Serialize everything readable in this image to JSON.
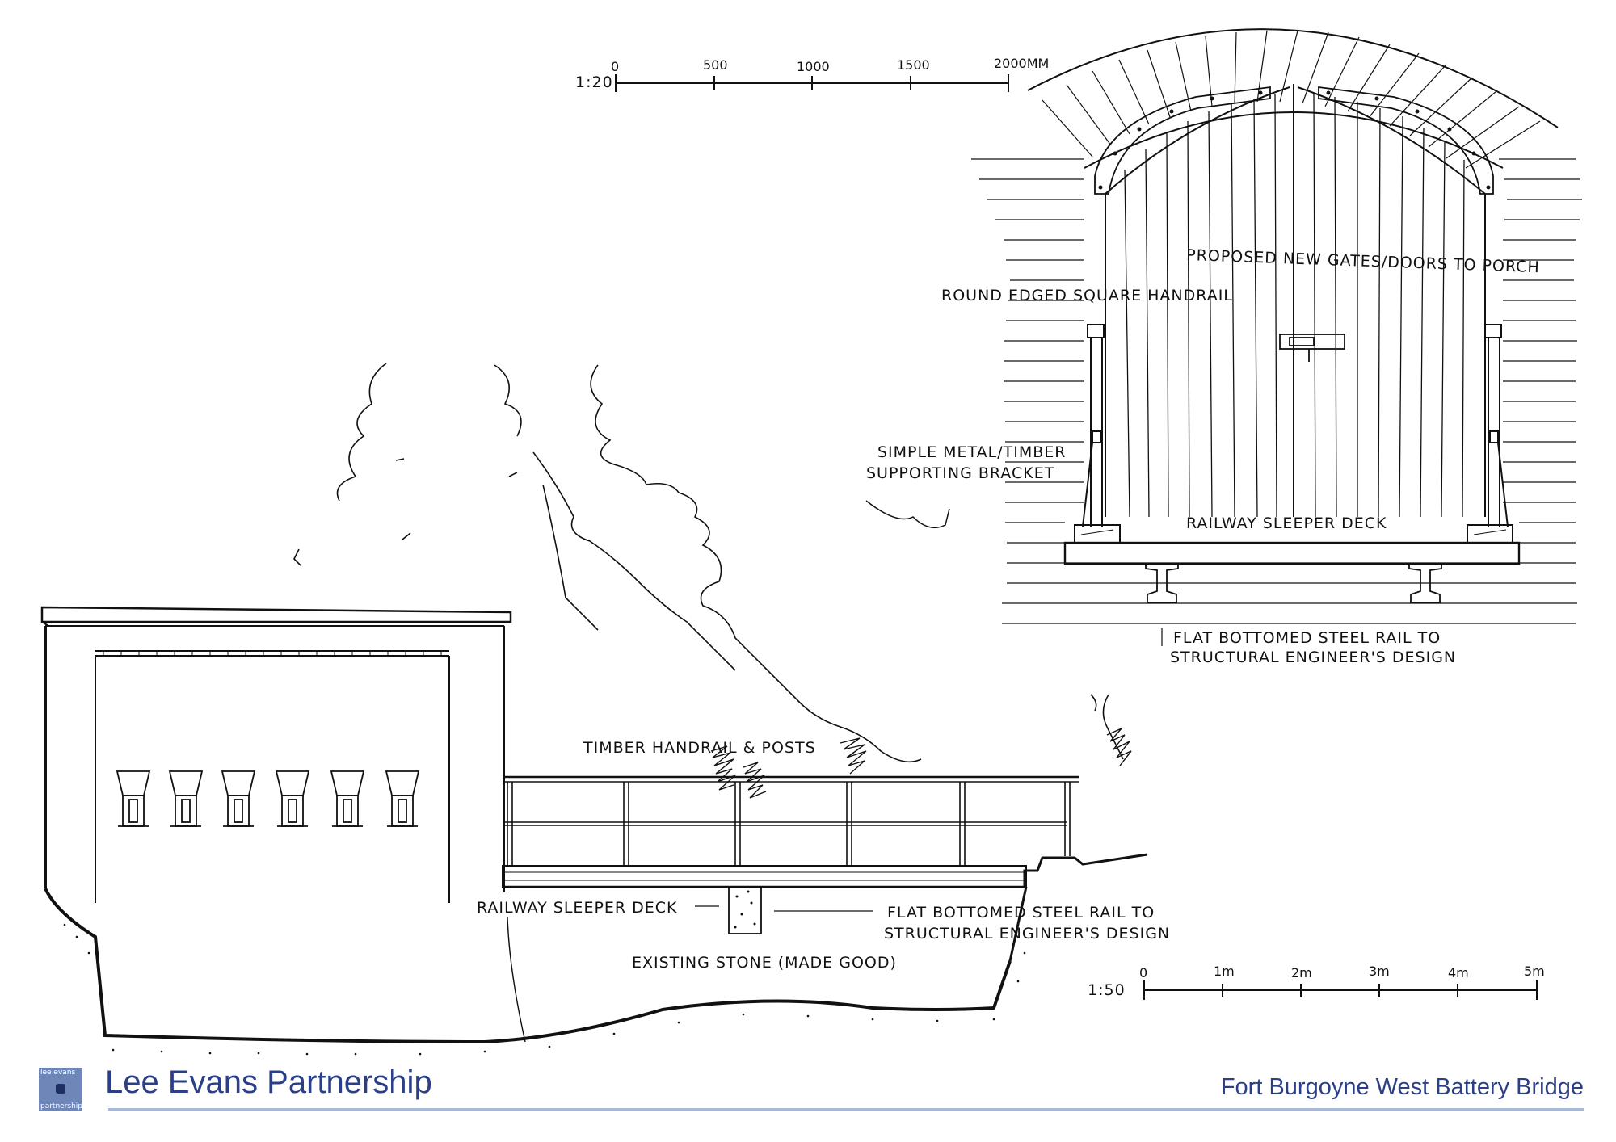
{
  "labels": {
    "proposed_gates": "PROPOSED NEW GATES/DOORS TO PORCH",
    "round_handrail": "ROUND EDGED SQUARE HANDRAIL",
    "bracket_line1": "SIMPLE METAL/TIMBER",
    "bracket_line2": "SUPPORTING BRACKET",
    "sleeper_deck_section": "RAILWAY SLEEPER DECK",
    "steel_rail_section_line1": "FLAT BOTTOMED STEEL RAIL TO",
    "steel_rail_section_line2": "STRUCTURAL ENGINEER'S DESIGN",
    "timber_handrail": "TIMBER HANDRAIL & POSTS",
    "sleeper_deck_elev": "RAILWAY SLEEPER DECK",
    "steel_rail_elev_line1": "FLAT BOTTOMED STEEL RAIL TO",
    "steel_rail_elev_line2": "STRUCTURAL ENGINEER'S DESIGN",
    "existing_stone": "EXISTING STONE (MADE GOOD)"
  },
  "scale_top": {
    "ratio": "1:20",
    "ticks": [
      "0",
      "500",
      "1000",
      "1500",
      "2000MM"
    ]
  },
  "scale_bottom": {
    "ratio": "1:50",
    "ticks": [
      "0",
      "1m",
      "2m",
      "3m",
      "4m",
      "5m"
    ]
  },
  "footer": {
    "logo_top": "lee evans",
    "logo_bottom": "partnership",
    "firm": "Lee Evans Partnership",
    "project": "Fort Burgoyne West Battery Bridge",
    "accent": "#2b3f86",
    "rule_color": "#a8b8d8"
  }
}
